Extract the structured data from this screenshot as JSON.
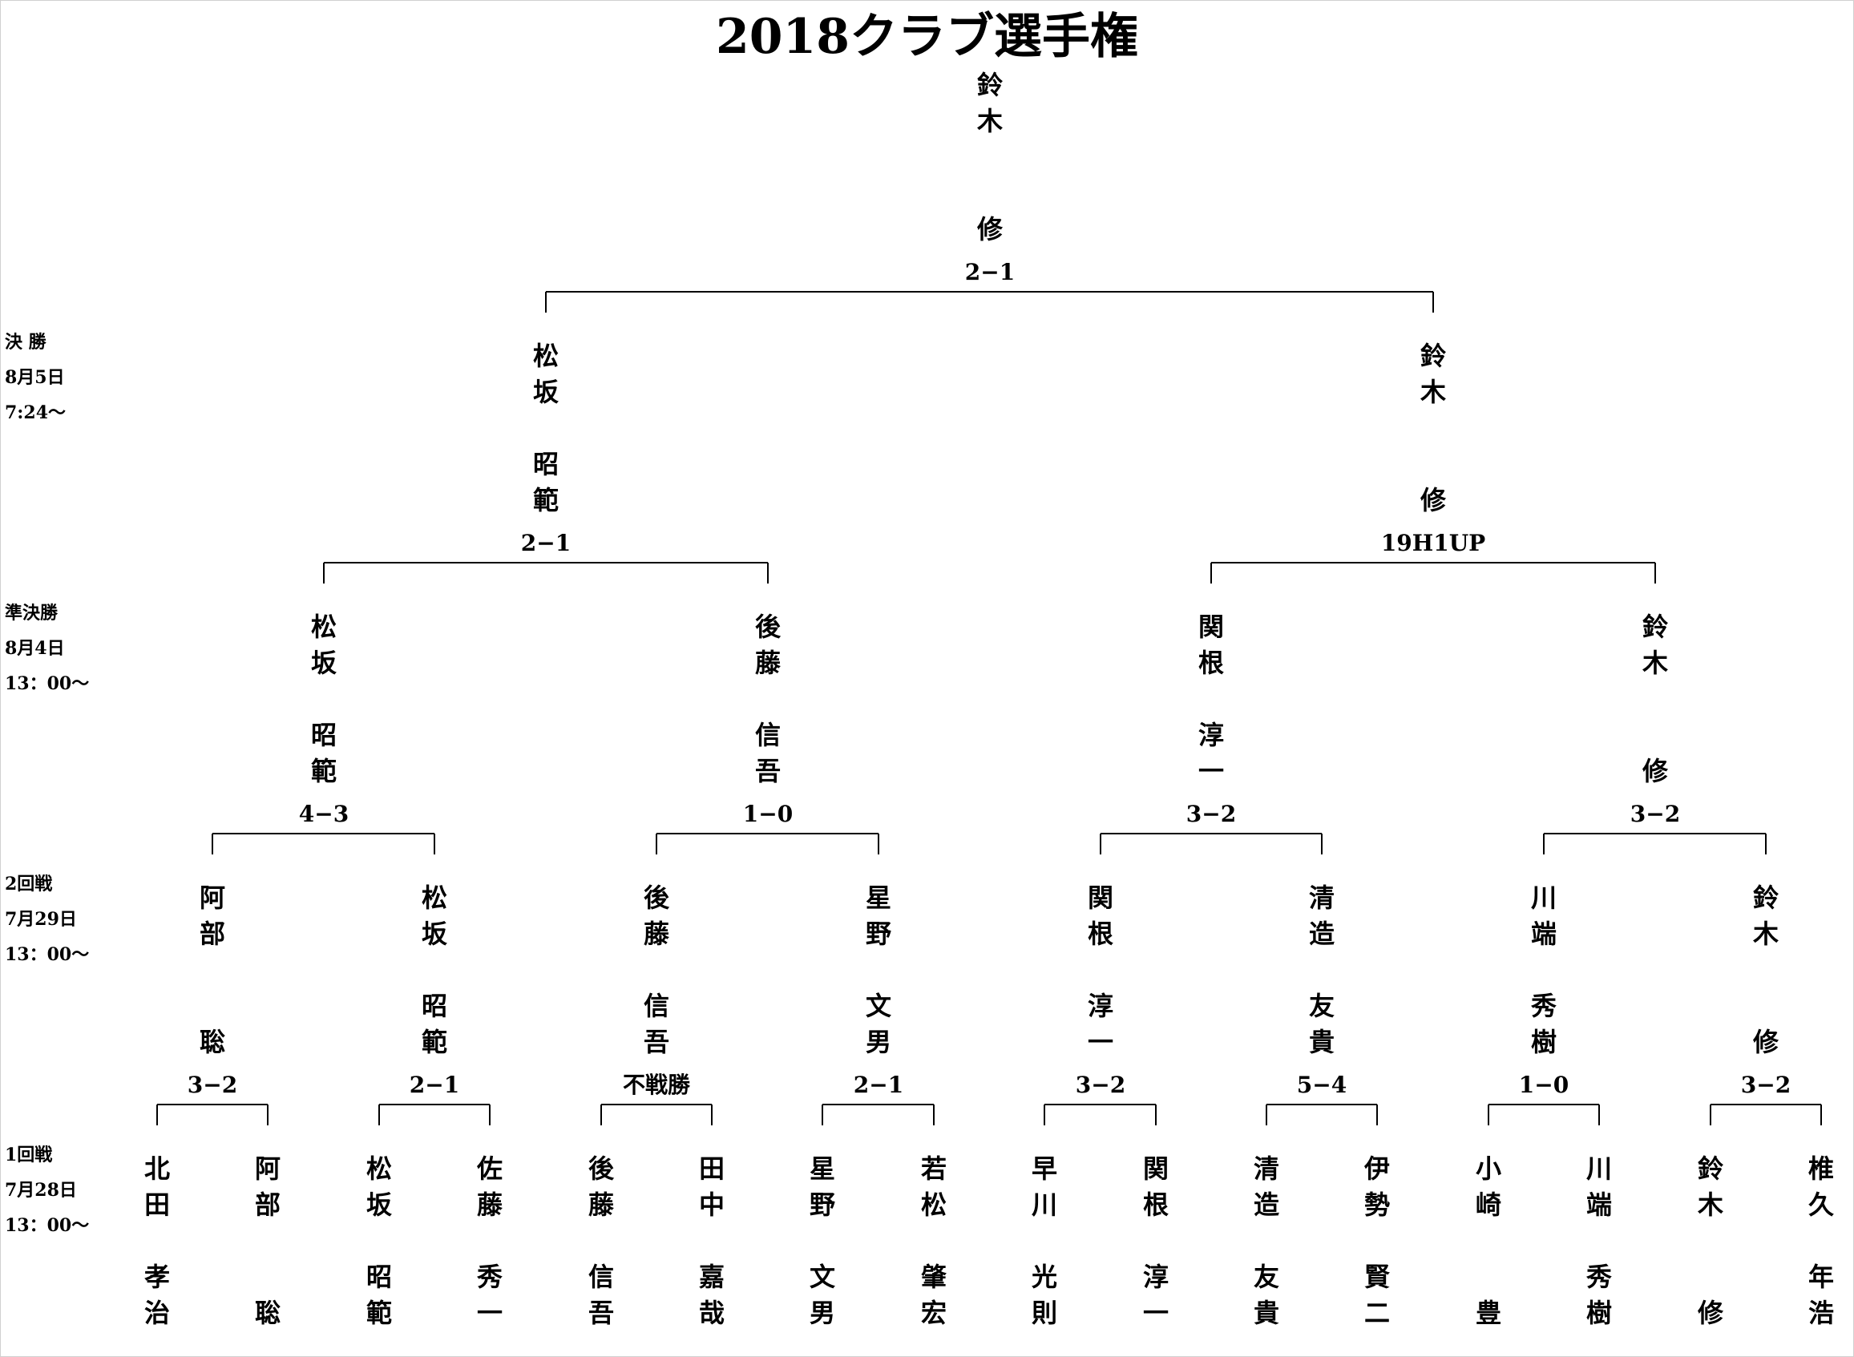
{
  "title": "2018クラブ選手権",
  "rounds": [
    {
      "name": "決 勝",
      "date": "8月5日",
      "time": "7:24〜"
    },
    {
      "name": "準決勝",
      "date": "8月4日",
      "time": "13：00〜"
    },
    {
      "name": "2回戦",
      "date": "7月29日",
      "time": "13：00〜"
    },
    {
      "name": "1回戦",
      "date": "7月28日",
      "time": "13：00〜"
    }
  ],
  "champion": {
    "name": [
      "鈴",
      "木",
      "",
      "修"
    ],
    "score": "2−1"
  },
  "finalists": [
    {
      "name": [
        "松",
        "坂",
        "昭",
        "範"
      ],
      "score": "2−1"
    },
    {
      "name": [
        "鈴",
        "木",
        "",
        "修"
      ],
      "score": "19H1UP"
    }
  ],
  "semifinalists": [
    {
      "name": [
        "松",
        "坂",
        "昭",
        "範"
      ],
      "score": "4−3"
    },
    {
      "name": [
        "後",
        "藤",
        "信",
        "吾"
      ],
      "score": "1−0"
    },
    {
      "name": [
        "関",
        "根",
        "淳",
        "一"
      ],
      "score": "3−2"
    },
    {
      "name": [
        "鈴",
        "木",
        "",
        "修"
      ],
      "score": "3−2"
    }
  ],
  "round2": [
    {
      "name": [
        "阿",
        "部",
        "",
        "聡"
      ],
      "score": "3−2"
    },
    {
      "name": [
        "松",
        "坂",
        "昭",
        "範"
      ],
      "score": "2−1"
    },
    {
      "name": [
        "後",
        "藤",
        "信",
        "吾"
      ],
      "score": "不戦勝"
    },
    {
      "name": [
        "星",
        "野",
        "文",
        "男"
      ],
      "score": "2−1"
    },
    {
      "name": [
        "関",
        "根",
        "淳",
        "一"
      ],
      "score": "3−2"
    },
    {
      "name": [
        "清",
        "造",
        "友",
        "貴"
      ],
      "score": "5−4"
    },
    {
      "name": [
        "川",
        "端",
        "秀",
        "樹"
      ],
      "score": "1−0"
    },
    {
      "name": [
        "鈴",
        "木",
        "",
        "修"
      ],
      "score": "3−2"
    }
  ],
  "round1": [
    {
      "name": [
        "北",
        "田",
        "孝",
        "治"
      ]
    },
    {
      "name": [
        "阿",
        "部",
        "",
        "聡"
      ]
    },
    {
      "name": [
        "松",
        "坂",
        "昭",
        "範"
      ]
    },
    {
      "name": [
        "佐",
        "藤",
        "秀",
        "一"
      ]
    },
    {
      "name": [
        "後",
        "藤",
        "信",
        "吾"
      ]
    },
    {
      "name": [
        "田",
        "中",
        "嘉",
        "哉"
      ]
    },
    {
      "name": [
        "星",
        "野",
        "文",
        "男"
      ]
    },
    {
      "name": [
        "若",
        "松",
        "肇",
        "宏"
      ]
    },
    {
      "name": [
        "早",
        "川",
        "光",
        "則"
      ]
    },
    {
      "name": [
        "関",
        "根",
        "淳",
        "一"
      ]
    },
    {
      "name": [
        "清",
        "造",
        "友",
        "貴"
      ]
    },
    {
      "name": [
        "伊",
        "勢",
        "賢",
        "二"
      ]
    },
    {
      "name": [
        "小",
        "崎",
        "",
        "豊"
      ]
    },
    {
      "name": [
        "川",
        "端",
        "秀",
        "樹"
      ]
    },
    {
      "name": [
        "鈴",
        "木",
        "",
        "修"
      ]
    },
    {
      "name": [
        "椎",
        "久",
        "年",
        "浩"
      ]
    }
  ]
}
